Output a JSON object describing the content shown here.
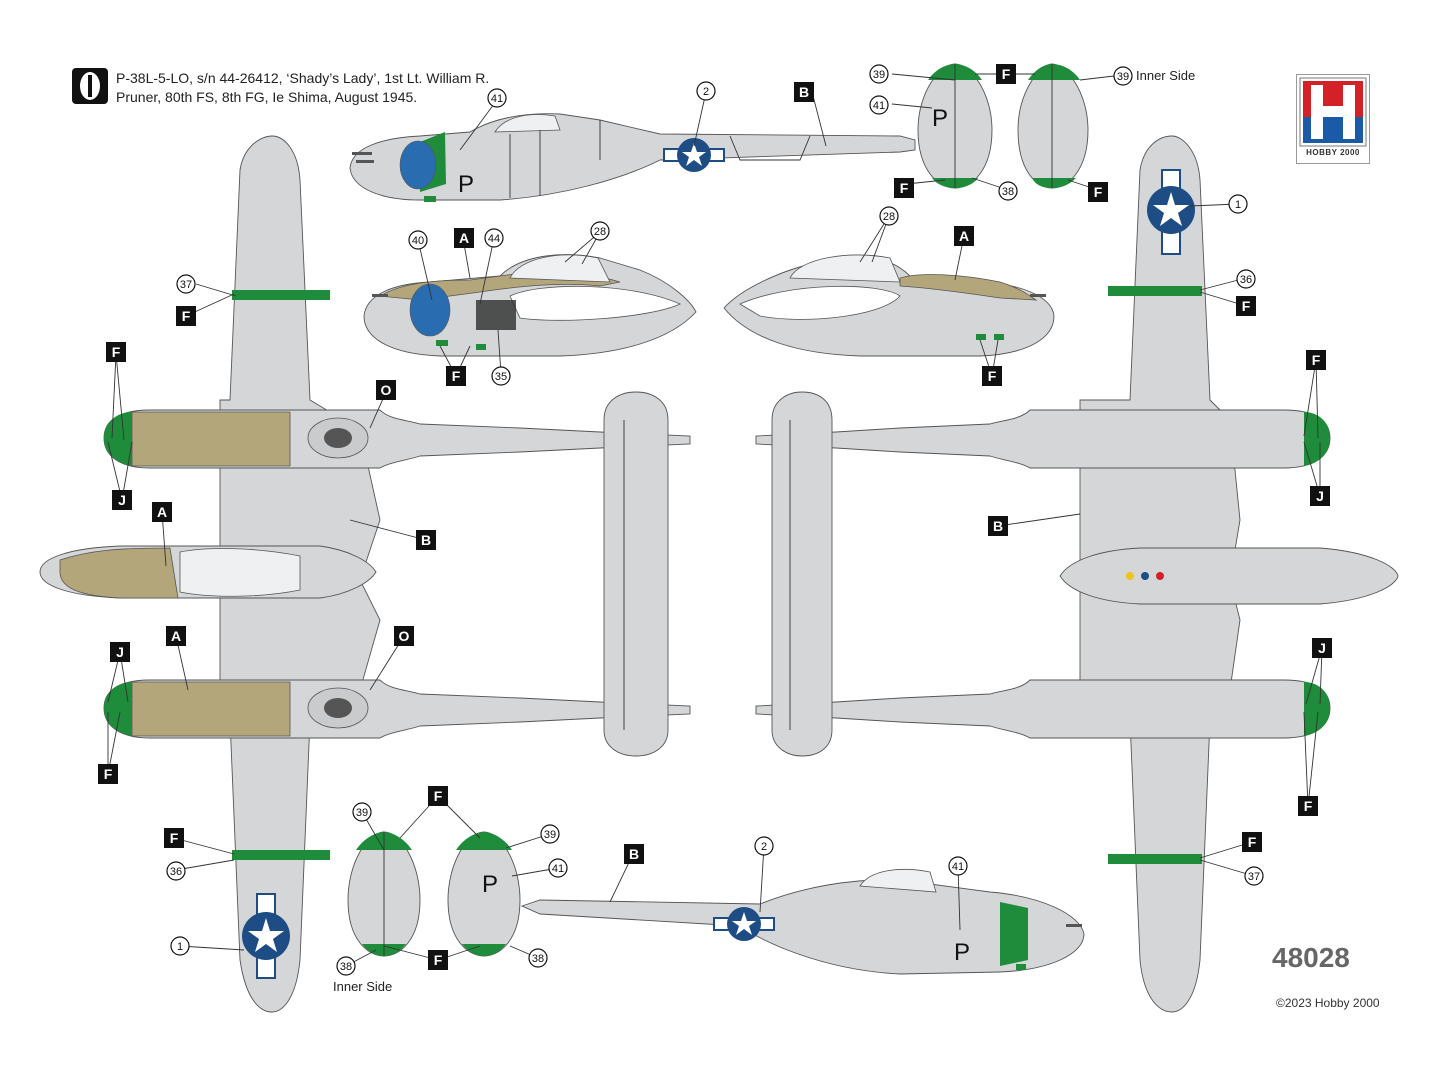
{
  "header": {
    "badge_number": "1",
    "caption": "P-38L-5-LO, s/n 44-26412, ‘Shady’s Lady’, 1st Lt. William R. Pruner, 80th FS, 8th FG, Ie Shima, August 1945."
  },
  "logo": {
    "text": "HOBBY 2000",
    "colors": {
      "red": "#d42027",
      "blue": "#1b5aa6"
    }
  },
  "kit_number": "48028",
  "copyright": "©2023 Hobby 2000",
  "colors": {
    "aluminum": "#d4d6d8",
    "olive_drab": "#b3a67b",
    "green": "#1e8c3a",
    "insignia_blue": "#1d4d84"
  },
  "labels": {
    "A": "A",
    "B": "B",
    "F": "F",
    "J": "J",
    "O": "O",
    "n1": "1",
    "n2": "2",
    "n28": "28",
    "n35": "35",
    "n36": "36",
    "n37": "37",
    "n38": "38",
    "n39": "39",
    "n40": "40",
    "n41": "41",
    "n44": "44",
    "inner_side": "Inner Side",
    "fuselage_code": "P"
  }
}
